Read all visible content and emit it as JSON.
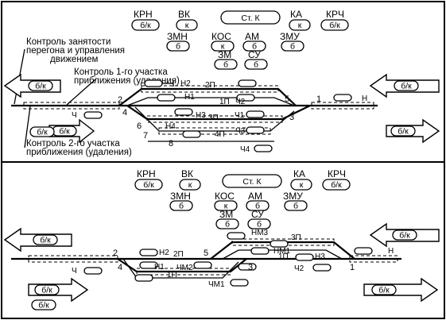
{
  "top": {
    "header_labels": [
      "КРН",
      "ВК",
      "КА",
      "КРЧ"
    ],
    "header_buttons": [
      "б/к",
      "к",
      "Ст. К",
      "к",
      "б/к"
    ],
    "row2_labels": [
      "ЗМН",
      "КОС",
      "АМ",
      "ЗМУ"
    ],
    "row2_buttons": [
      "б",
      "к",
      "б",
      "б"
    ],
    "row3_labels": [
      "ЗМ",
      "СУ"
    ],
    "row3_buttons": [
      "б",
      "б"
    ],
    "note_occupancy": [
      "Контроль занятости",
      "перегона и управления",
      "движением"
    ],
    "note_approach1": [
      "Контроль 1-го участка",
      "приближения (удаления)"
    ],
    "note_approach2": [
      "Контроль 2-го участка",
      "приближения (удаления)"
    ],
    "arrow_labels": [
      "б/к",
      "б/к",
      "б/к",
      "б/к"
    ],
    "signals": [
      "Н2",
      "2П",
      "Н1",
      "1П",
      "Ч2",
      "Н3",
      "3П",
      "Ч1",
      "Н4",
      "4П",
      "Ч3",
      "Ч4",
      "Ч",
      "Н"
    ],
    "numbers": [
      "2",
      "4",
      "6",
      "8",
      "5",
      "1",
      "3",
      "7"
    ],
    "bottom_pill": "б/к"
  },
  "bottom": {
    "header_labels": [
      "КРН",
      "ВК",
      "КА",
      "КРЧ"
    ],
    "header_buttons": [
      "б/к",
      "к",
      "Ст. К",
      "к",
      "б/к"
    ],
    "row2_labels": [
      "ЗМН",
      "КОС",
      "АМ",
      "ЗМУ"
    ],
    "row2_buttons": [
      "б",
      "к",
      "б",
      "б"
    ],
    "row3_labels": [
      "ЗМ",
      "СУ"
    ],
    "row3_buttons": [
      "б",
      "б"
    ],
    "arrow_labels": [
      "б/к",
      "б/к",
      "б/к",
      "б/к"
    ],
    "signals": [
      "НМ3",
      "3П",
      "НМ1",
      "1П",
      "Н3",
      "Н2",
      "2П",
      "Н1",
      "ЧМ2",
      "1П",
      "Ч2",
      "ЧМ1",
      "Ч",
      "Н"
    ],
    "numbers": [
      "2",
      "4",
      "5",
      "3",
      "1"
    ],
    "bottom_pill": "б/к"
  }
}
